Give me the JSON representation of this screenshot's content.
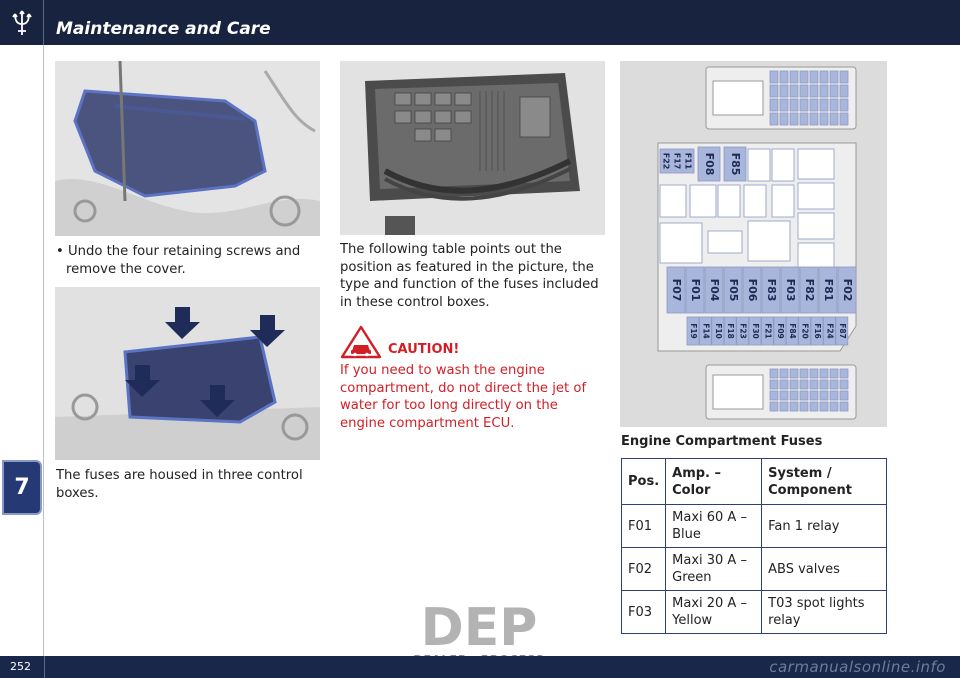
{
  "header": {
    "title": "Maintenance and Care"
  },
  "chapter": "7",
  "footer": {
    "page_number": "252",
    "watermark": "carmanualsonline.info"
  },
  "left_column": {
    "bullet": "• Undo the four retaining screws and remove the cover.",
    "text": "The fuses are housed in three control boxes."
  },
  "middle_column": {
    "intro": "The following table points out the position as featured in the picture, the type and function of the fuses included in these control boxes.",
    "caution_title": "CAUTION!",
    "caution_text": "If you need to wash the engine compartment, do not direct the jet of water for too long directly on the engine compartment ECU."
  },
  "diagram": {
    "top_left_fuses": [
      "F22",
      "F17",
      "F11"
    ],
    "top_fuses": [
      "F08",
      "F85"
    ],
    "maxi_fuses": [
      "F07",
      "F01",
      "F04",
      "F05",
      "F06",
      "F83",
      "F03",
      "F82",
      "F81",
      "F02"
    ],
    "mini_fuses": [
      "F19",
      "F14",
      "F10",
      "F18",
      "F23",
      "F30",
      "F21",
      "F09",
      "F84",
      "F20",
      "F16",
      "F24",
      "F87"
    ]
  },
  "table": {
    "title": "Engine Compartment Fuses",
    "headers": [
      "Pos.",
      "Amp. – Color",
      "System / Component"
    ],
    "rows": [
      [
        "F01",
        "Maxi 60 A – Blue",
        "Fan 1 relay"
      ],
      [
        "F02",
        "Maxi 30 A – Green",
        "ABS valves"
      ],
      [
        "F03",
        "Maxi 20 A – Yellow",
        "T03 spot lights relay"
      ]
    ]
  },
  "logo": {
    "letters": "DEP",
    "tagline": "DEALER ePROCESS"
  },
  "colors": {
    "navy": "#17233f",
    "caution_red": "#d21f26",
    "table_border": "#2d3f73"
  }
}
